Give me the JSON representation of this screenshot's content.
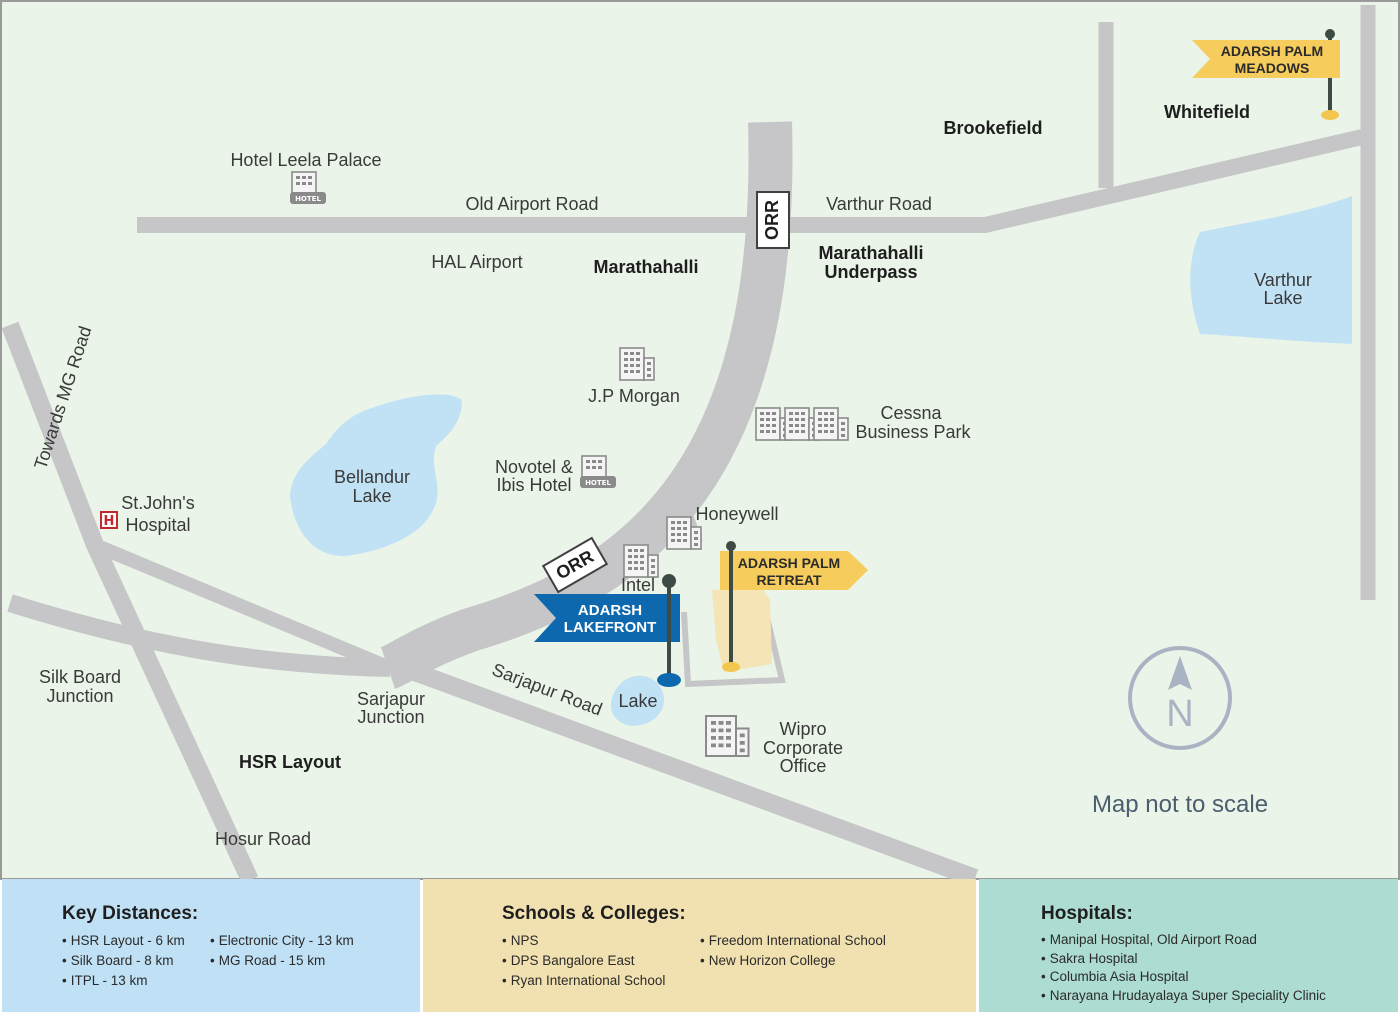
{
  "map": {
    "places": {
      "hotel_leela": "Hotel Leela Palace",
      "old_airport_road": "Old Airport Road",
      "varthur_road": "Varthur Road",
      "brookefield": "Brookefield",
      "whitefield": "Whitefield",
      "hal_airport": "HAL Airport",
      "marathahalli": "Marathahalli",
      "underpass_1": "Marathahalli",
      "underpass_2": "Underpass",
      "varthur_lake_1": "Varthur",
      "varthur_lake_2": "Lake",
      "jp_morgan": "J.P Morgan",
      "cessna_1": "Cessna",
      "cessna_2": "Business Park",
      "mg_road": "Towards MG Road",
      "bellandur_1": "Bellandur",
      "bellandur_2": "Lake",
      "novotel_1": "Novotel &",
      "novotel_2": "Ibis Hotel",
      "honeywell": "Honeywell",
      "st_johns_1": "St.John's",
      "st_johns_2": "Hospital",
      "orr": "ORR",
      "intel": "Intel",
      "silk_board_1": "Silk Board",
      "silk_board_2": "Junction",
      "sarjapur_junction_1": "Sarjapur",
      "sarjapur_junction_2": "Junction",
      "sarjapur_road": "Sarjapur Road",
      "lake": "Lake",
      "wipro_1": "Wipro",
      "wipro_2": "Corporate",
      "wipro_3": "Office",
      "hsr_layout": "HSR Layout",
      "hosur_road": "Hosur Road",
      "hotel_sign": "HOTEL",
      "hospital_sign": "H",
      "compass_n": "N",
      "scale_note": "Map not to scale"
    },
    "projects": {
      "palm_meadows_1": "ADARSH PALM",
      "palm_meadows_2": "MEADOWS",
      "palm_retreat_1": "ADARSH PALM",
      "palm_retreat_2": "RETREAT",
      "lakefront_1": "ADARSH",
      "lakefront_2": "LAKEFRONT"
    },
    "colors": {
      "land": "#eaf4e8",
      "road": "#c6c6c8",
      "water": "#c1e1f5",
      "yellow_flag": "#f6cd5c",
      "blue_flag": "#0d68ad",
      "plot": "#f4e4b6"
    },
    "icons": [
      "hotel-icon",
      "office-building-icon",
      "hospital-icon",
      "compass-icon",
      "location-pin-icon"
    ]
  },
  "legend": {
    "distances": {
      "title": "Key Distances:",
      "col1": [
        "HSR Layout - 6 km",
        "Silk Board - 8 km",
        "ITPL - 13 km"
      ],
      "col2": [
        "Electronic City - 13 km",
        "MG Road - 15 km"
      ]
    },
    "schools": {
      "title": "Schools & Colleges:",
      "col1": [
        "NPS",
        "DPS Bangalore East",
        "Ryan International School"
      ],
      "col2": [
        "Freedom International School",
        "New Horizon College"
      ]
    },
    "hospitals": {
      "title": "Hospitals:",
      "items": [
        "Manipal Hospital, Old Airport Road",
        "Sakra Hospital",
        "Columbia Asia Hospital",
        "Narayana Hrudayalaya Super Speciality Clinic"
      ]
    }
  }
}
